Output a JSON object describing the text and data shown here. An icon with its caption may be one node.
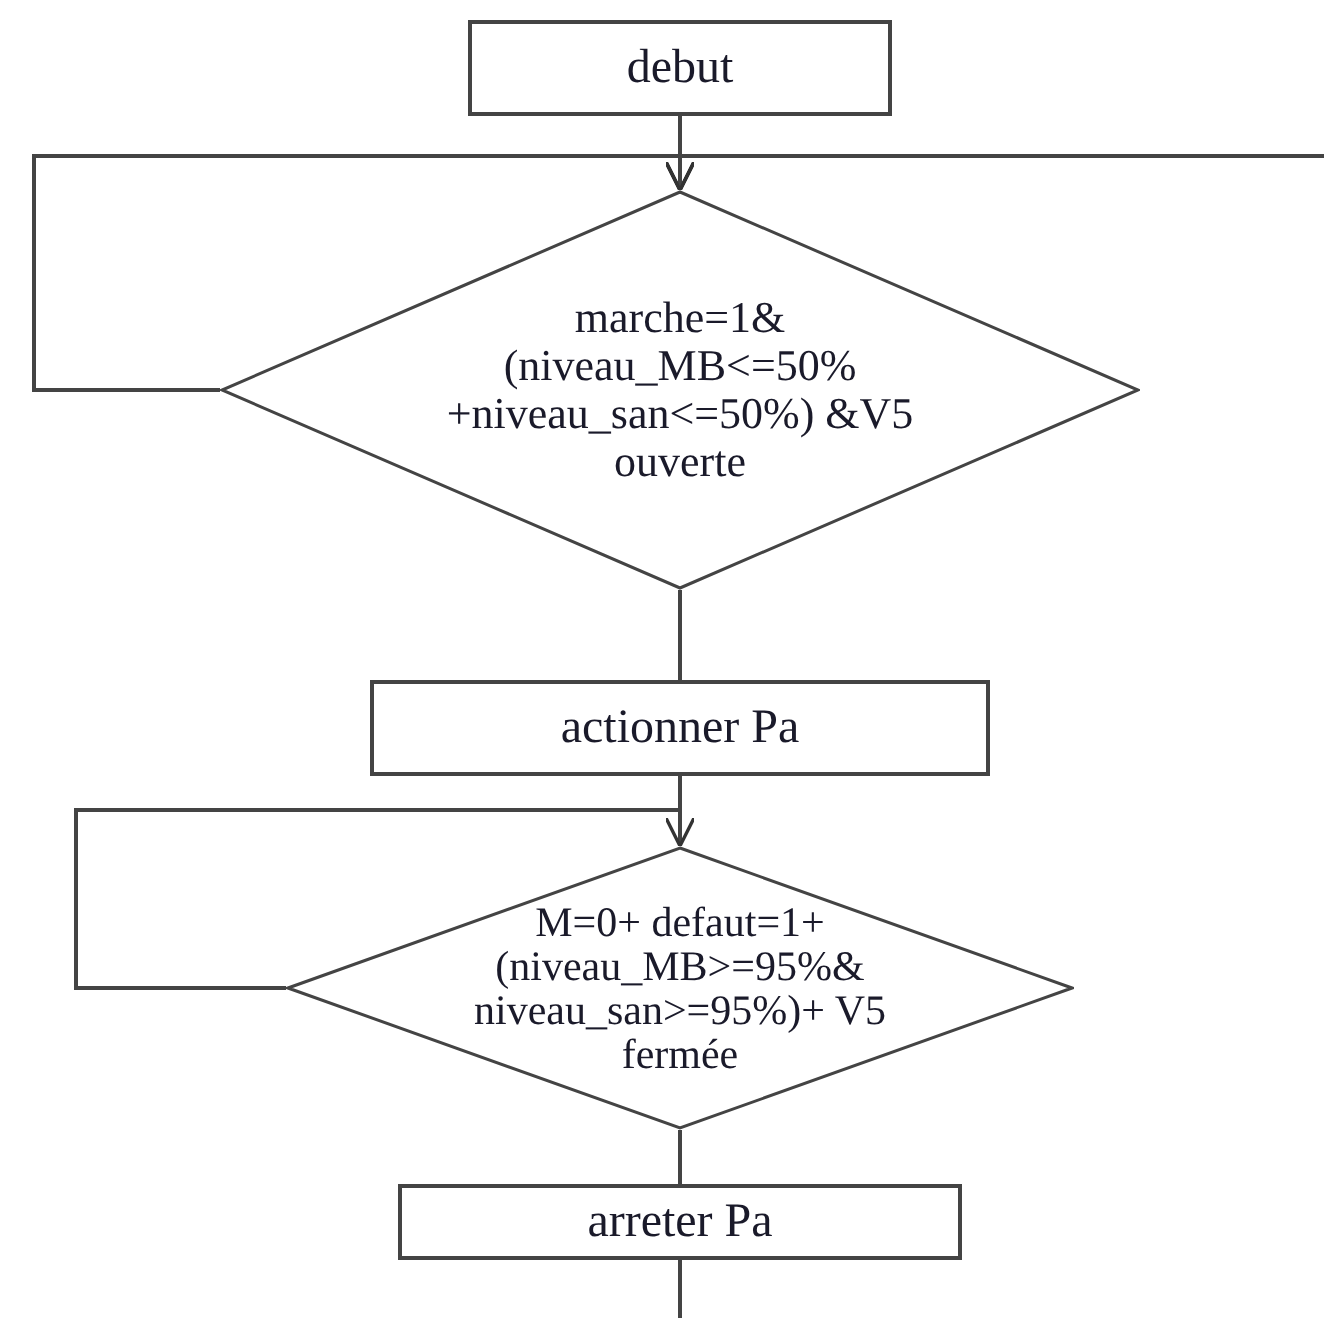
{
  "diagram": {
    "nodes": [
      {
        "text": [
          "debut"
        ]
      },
      {
        "text": [
          "marche=1& (niveau_MB<=50% +niveau_san<=50%) &V5 ouverte"
        ]
      },
      {
        "text": [
          "actionner Pa"
        ]
      },
      {
        "text": [
          "M=0+ defaut=1+ (niveau_MB>=95%& niveau_san>=95%)+ V5 fermée"
        ]
      },
      {
        "text": [
          "arreter Pa"
        ]
      }
    ],
    "edges": [
      {
        "from": 0,
        "to": 1,
        "arrow": "to"
      },
      {
        "from": 1,
        "to": 1,
        "arrow": "to"
      },
      {
        "from": null,
        "to": 1,
        "arrow": "to"
      },
      {
        "from": 1,
        "to": 2,
        "arrow": "none"
      },
      {
        "from": 2,
        "to": 3,
        "arrow": "none"
      },
      {
        "from": 3,
        "to": 3,
        "arrow": "to"
      },
      {
        "from": 3,
        "to": 4,
        "arrow": "none"
      },
      {
        "from": 4,
        "to": null,
        "arrow": "none"
      }
    ]
  }
}
